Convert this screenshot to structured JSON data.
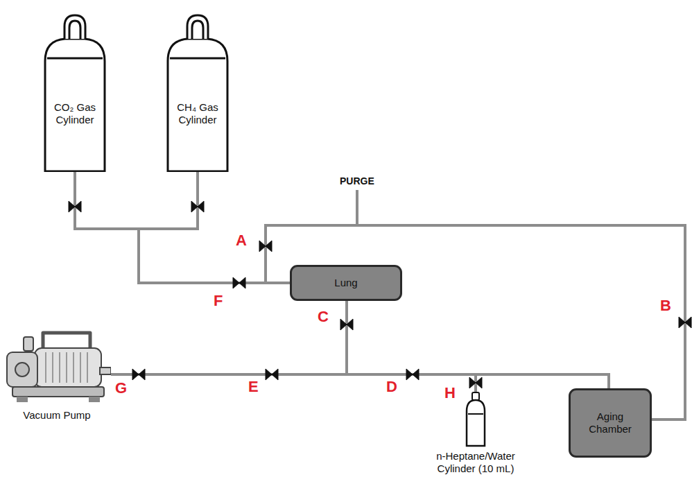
{
  "diagram": {
    "nodes": [
      {
        "text": [
          "CO₂ Gas Cylinder"
        ]
      },
      {
        "text": [
          "CH₄ Gas Cylinder"
        ]
      },
      {
        "text": [
          "Lung"
        ]
      },
      {
        "text": [
          "Vacuum Pump"
        ]
      },
      {
        "text": [
          "n-Heptane/Water Cylinder (10 mL)"
        ]
      },
      {
        "text": [
          "Aging Chamber"
        ]
      }
    ],
    "edges": [
      {
        "from": 0,
        "to": 2,
        "arrow": "none"
      },
      {
        "from": 1,
        "to": 2,
        "arrow": "none"
      },
      {
        "from": 2,
        "to": 5,
        "arrow": "none"
      },
      {
        "from": 2,
        "to": 3,
        "arrow": "none"
      },
      {
        "from": 2,
        "to": 5,
        "arrow": "none"
      },
      {
        "from": 4,
        "to": 5,
        "arrow": "none"
      },
      {
        "from": 3,
        "to": 5,
        "arrow": "none"
      }
    ],
    "labels": [
      "PURGE",
      "A",
      "B",
      "C",
      "D",
      "E",
      "F",
      "G",
      "H"
    ]
  }
}
